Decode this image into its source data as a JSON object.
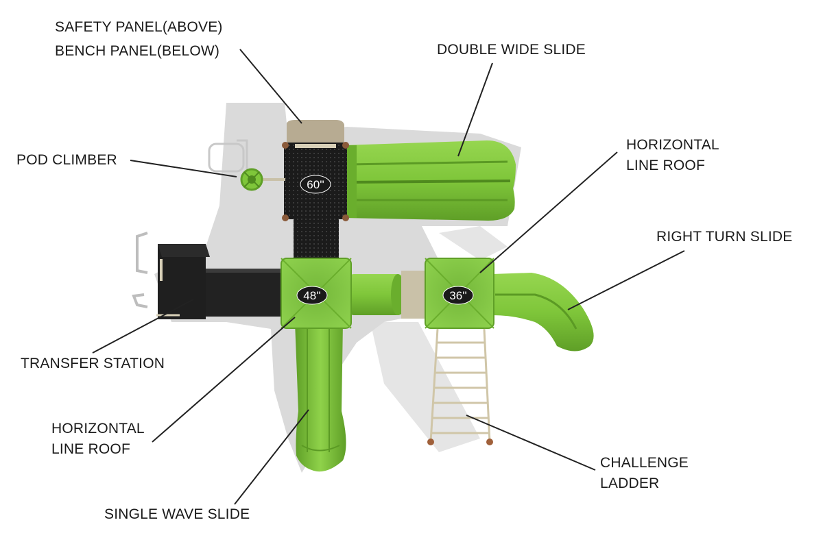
{
  "labels": {
    "safety_panel": "SAFETY PANEL(ABOVE)",
    "bench_panel": "BENCH PANEL(BELOW)",
    "double_wide_slide": "DOUBLE WIDE SLIDE",
    "pod_climber": "POD CLIMBER",
    "horizontal_line_roof_right_1": "HORIZONTAL",
    "horizontal_line_roof_right_2": "LINE ROOF",
    "right_turn_slide": "RIGHT TURN SLIDE",
    "transfer_station": "TRANSFER STATION",
    "horizontal_line_roof_left_1": "HORIZONTAL",
    "horizontal_line_roof_left_2": "LINE ROOF",
    "challenge_ladder_1": "CHALLENGE",
    "challenge_ladder_2": "LADDER",
    "single_wave_slide": "SINGLE WAVE SLIDE"
  },
  "deck_heights": {
    "deck_60": "60''",
    "deck_48": "48''",
    "deck_36": "36''"
  },
  "colors": {
    "slide_green": "#7fc63a",
    "slide_green_dark": "#5f9f27",
    "deck_black": "#1b1b1b",
    "roof_green": "#86c845",
    "shadow": "#d9d9d9",
    "leader_line": "#222222"
  }
}
